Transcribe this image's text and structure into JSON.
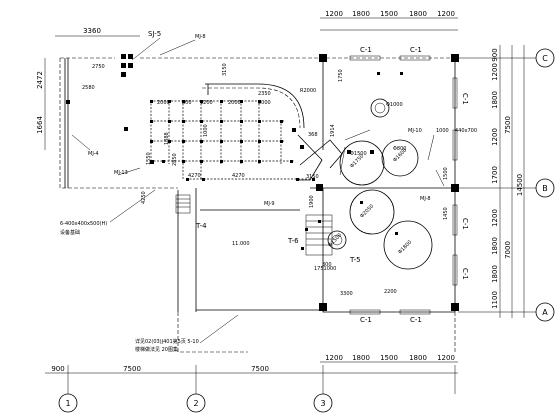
{
  "axes": {
    "bottom": [
      "1",
      "2",
      "3"
    ],
    "right": [
      "C",
      "B",
      "A"
    ]
  },
  "top_dims": {
    "left": "3360",
    "right": [
      "1200",
      "1800",
      "1500",
      "1800",
      "1200"
    ]
  },
  "bottom_dims": {
    "spans": [
      "900",
      "7500",
      "7500"
    ],
    "sub": [
      "1200",
      "1800",
      "1500",
      "1800",
      "1200"
    ]
  },
  "right_dims": {
    "col1": [
      "900",
      "1200",
      "1800",
      "1200",
      "1700",
      "1200",
      "1800",
      "1800",
      "1100"
    ],
    "col2": [
      "7500",
      "7000"
    ],
    "col3": "14500"
  },
  "left_dims": [
    "2472",
    "1664"
  ],
  "labels": {
    "sj5": "SJ-5",
    "mj8": "MJ-8",
    "mj4": "MJ-4",
    "mj13": "MJ-13",
    "mj10": "MJ-10",
    "mj9": "MJ-9",
    "mj8b": "MJ-8",
    "t4": "T-4",
    "t5": "T-5",
    "t6": "T-6",
    "c1": "C-1",
    "r2000": "R2000",
    "room_elev": "11.000",
    "base": "6-400x400x500(H)",
    "base_note": "设备基础",
    "ref_note": "详见02(03)J401第5页 5-10",
    "ref_note2": "楼梯做法见 20图集",
    "dim_440": "440x700",
    "dim_1000": "1000"
  },
  "interior_dims": [
    "2750",
    "2580",
    "2000",
    "800",
    "1200",
    "2000",
    "2000",
    "2350",
    "3150",
    "1750",
    "1914",
    "1888",
    "1550",
    "1000",
    "4270",
    "4270",
    "1900",
    "2850",
    "1500",
    "1450",
    "300",
    "2200",
    "3300",
    "1751000",
    "4250",
    "368",
    "3150"
  ],
  "circle_labels": [
    "Φ1000",
    "Φ800",
    "Φ1750",
    "Φ1500",
    "Φ1600",
    "Φ1500",
    "Φ2050",
    "Φ1800"
  ]
}
